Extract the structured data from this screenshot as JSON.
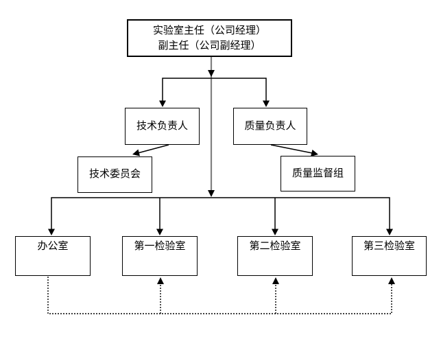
{
  "diagram_type": "org-chart",
  "nodes": {
    "director": {
      "line1": "实验室主任（公司经理）",
      "line2": "副主任（公司副经理）"
    },
    "tech_manager": {
      "label": "技术负责人"
    },
    "quality_manager": {
      "label": "质量负责人"
    },
    "tech_committee": {
      "label": "技术委员会"
    },
    "quality_supervision": {
      "label": "质量监督组"
    },
    "office": {
      "label": "办公室"
    },
    "lab1": {
      "label": "第一检验室"
    },
    "lab2": {
      "label": "第二检验室"
    },
    "lab3": {
      "label": "第三检验室"
    }
  },
  "edges": [
    {
      "from": "director",
      "to": "tech_manager",
      "style": "solid-arrow"
    },
    {
      "from": "director",
      "to": "quality_manager",
      "style": "solid-arrow"
    },
    {
      "from": "tech_manager",
      "to": "tech_committee",
      "style": "solid-arrow"
    },
    {
      "from": "quality_manager",
      "to": "quality_supervision",
      "style": "solid-arrow"
    },
    {
      "from": "director",
      "to": "office",
      "style": "solid-arrow"
    },
    {
      "from": "director",
      "to": "lab1",
      "style": "solid-arrow"
    },
    {
      "from": "director",
      "to": "lab2",
      "style": "solid-arrow"
    },
    {
      "from": "director",
      "to": "lab3",
      "style": "solid-arrow"
    },
    {
      "from": "office",
      "to": "lab1",
      "style": "dotted-arrow"
    },
    {
      "from": "office",
      "to": "lab2",
      "style": "dotted-arrow"
    },
    {
      "from": "office",
      "to": "lab3",
      "style": "dotted-arrow"
    }
  ],
  "colors": {
    "background": "#ffffff",
    "box_border": "#000000",
    "text": "#000000",
    "line": "#000000",
    "center_line": "#808080"
  }
}
